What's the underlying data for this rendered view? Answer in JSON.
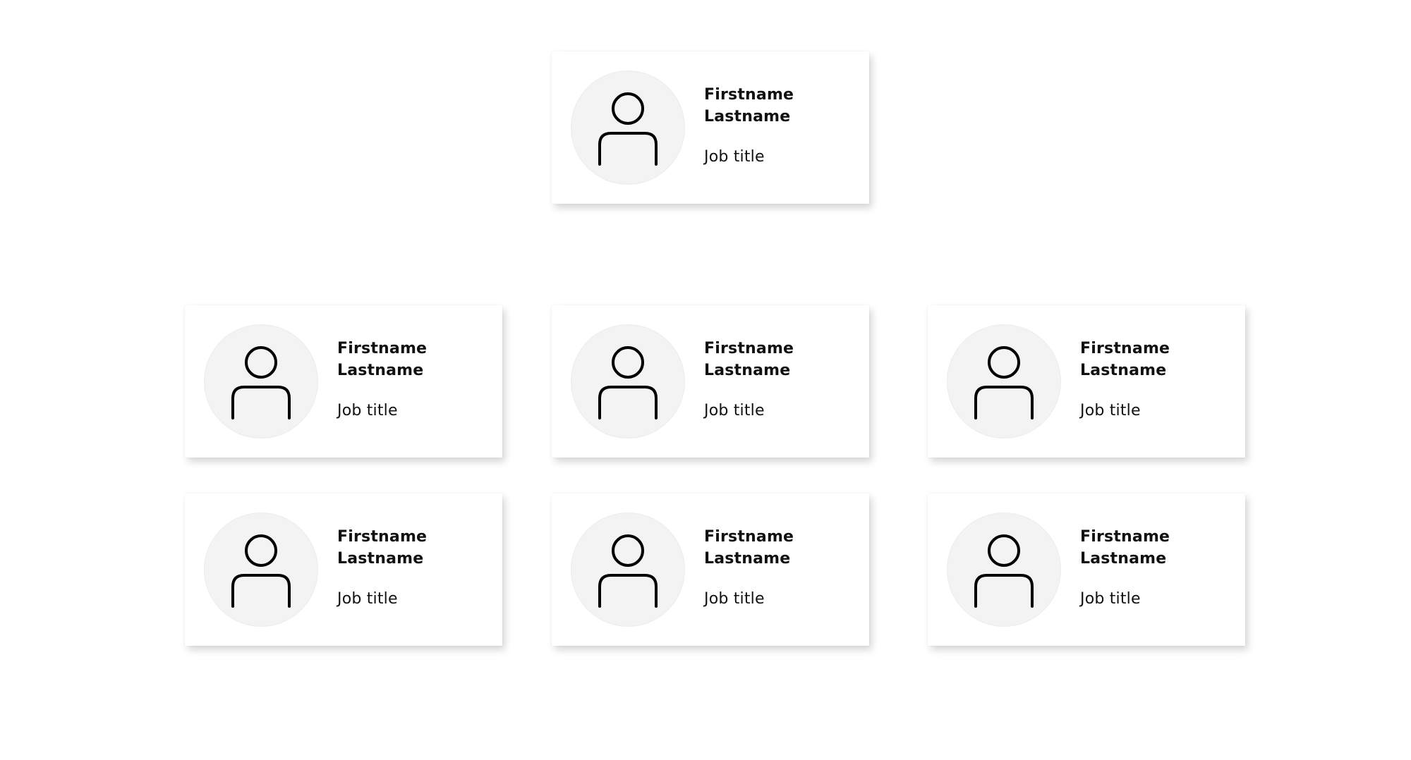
{
  "cards": [
    {
      "first": "Firstname",
      "last": "Lastname",
      "title": "Job title"
    },
    {
      "first": "Firstname",
      "last": "Lastname",
      "title": "Job title"
    },
    {
      "first": "Firstname",
      "last": "Lastname",
      "title": "Job title"
    },
    {
      "first": "Firstname",
      "last": "Lastname",
      "title": "Job title"
    },
    {
      "first": "Firstname",
      "last": "Lastname",
      "title": "Job title"
    },
    {
      "first": "Firstname",
      "last": "Lastname",
      "title": "Job title"
    },
    {
      "first": "Firstname",
      "last": "Lastname",
      "title": "Job title"
    }
  ],
  "icons": {
    "avatar": "person-icon"
  },
  "colors": {
    "avatar_bg": "#f3f3f3",
    "card_bg": "#ffffff",
    "text": "#111111"
  }
}
